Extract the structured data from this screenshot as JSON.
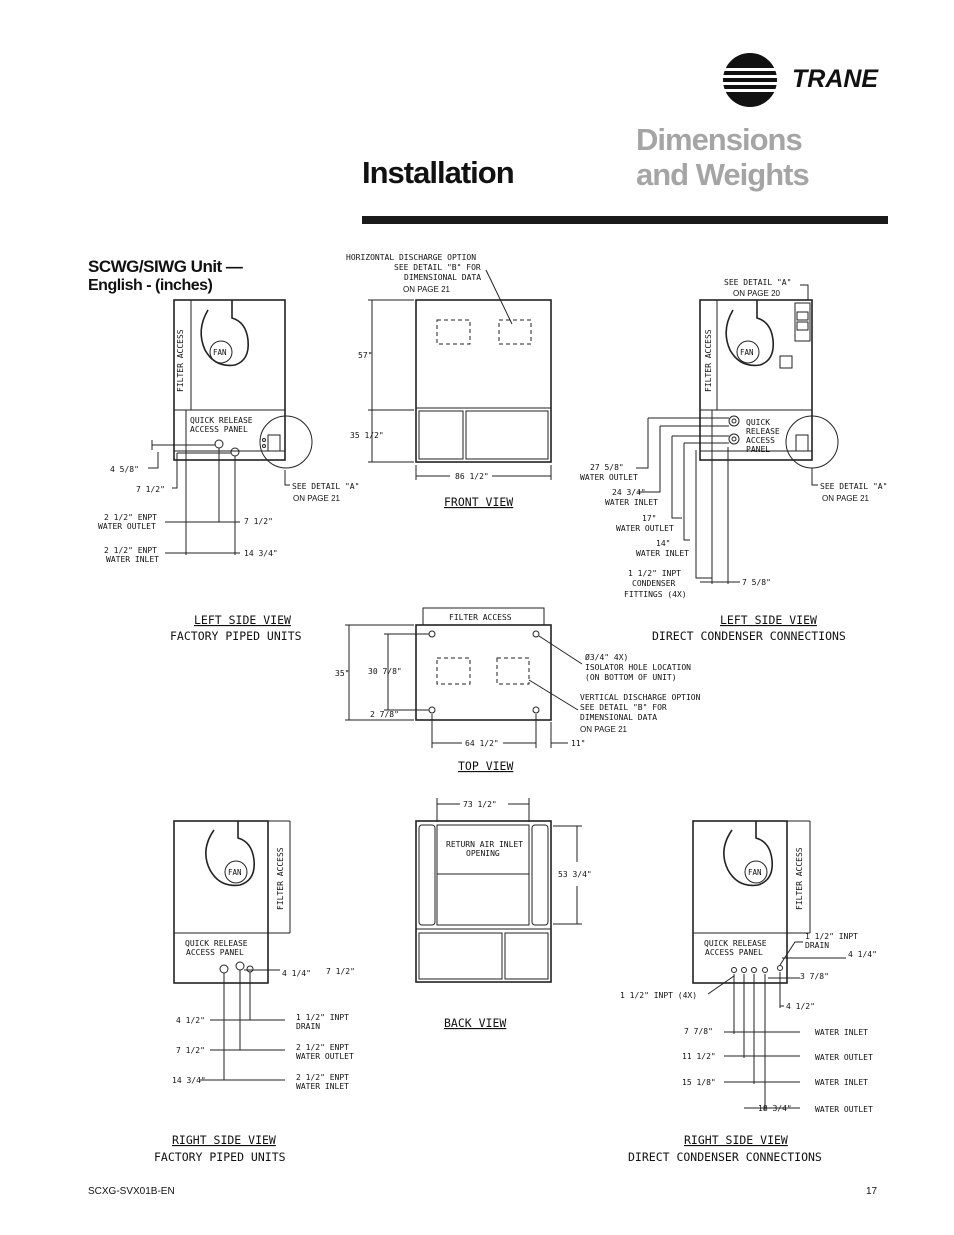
{
  "header": {
    "section": "Installation",
    "title_line1": "Dimensions",
    "title_line2": "and Weights",
    "brand": "TRANE"
  },
  "section": {
    "title": "SCWG/SIWG Unit —",
    "subtitle": "English - (inches)"
  },
  "drawings": {
    "left_side": {
      "filter_access": "FILTER ACCESS",
      "fan": "FAN",
      "panel1": "QUICK RELEASE",
      "panel2": "ACCESS PANEL",
      "d1": "4 5/8\"",
      "d2": "7 1/2\"",
      "see_detail": "SEE DETAIL \"A\"",
      "on_page": "ON PAGE 21",
      "outlet1": "2 1/2\" ENPT",
      "outlet2": "WATER OUTLET",
      "d3": "7 1/2\"",
      "inlet1": "2 1/2\" ENPT",
      "inlet2": "WATER INLET",
      "d4": "14 3/4\"",
      "cap1": "LEFT SIDE VIEW",
      "cap2": "FACTORY PIPED UNITS"
    },
    "front": {
      "hd1": "HORIZONTAL DISCHARGE OPTION",
      "hd2": "SEE DETAIL \"B\" FOR",
      "hd3": "DIMENSIONAL DATA",
      "on_page": "ON PAGE 21",
      "h1": "57\"",
      "h2": "35 1/2\"",
      "w": "86 1/2\"",
      "cap": "FRONT VIEW"
    },
    "left_direct": {
      "see_detail": "SEE DETAIL \"A\"",
      "on_page_top": "ON PAGE 20",
      "filter_access": "FILTER ACCESS",
      "fan": "FAN",
      "p1": "QUICK",
      "p2": "RELEASE",
      "p3": "ACCESS",
      "p4": "PANEL",
      "see_detail2": "SEE DETAIL \"A\"",
      "on_page2": "ON PAGE 21",
      "d1a": "27 5/8\"",
      "d1b": "WATER OUTLET",
      "d2a": "24 3/4\"",
      "d2b": "WATER INLET",
      "d3a": "17\"",
      "d3b": "WATER OUTLET",
      "d4a": "14\"",
      "d4b": "WATER INLET",
      "f1": "1 1/2\" INPT",
      "f2": "CONDENSER",
      "f3": "FITTINGS (4X)",
      "d5": "7 5/8\"",
      "cap1": "LEFT SIDE VIEW",
      "cap2": "DIRECT CONDENSER CONNECTIONS"
    },
    "top": {
      "filter_access": "FILTER ACCESS",
      "h1": "35\"",
      "h2": "30 7/8\"",
      "h3": "2 7/8\"",
      "iso1": "Ø3/4\" 4X)",
      "iso2": "ISOLATOR HOLE LOCATION",
      "iso3": "(ON BOTTOM OF UNIT)",
      "vd1": "VERTICAL DISCHARGE OPTION",
      "vd2": "SEE DETAIL \"B\" FOR",
      "vd3": "DIMENSIONAL DATA",
      "on_page": "ON PAGE 21",
      "w": "64 1/2\"",
      "w2": "11\"",
      "cap": "TOP VIEW"
    },
    "right_side": {
      "filter_access": "FILTER ACCESS",
      "fan": "FAN",
      "panel1": "QUICK RELEASE",
      "panel2": "ACCESS PANEL",
      "d1": "4 1/4\"",
      "d2": "7 1/2\"",
      "d3": "4 1/2\"",
      "drain1": "1 1/2\" INPT",
      "drain2": "DRAIN",
      "d4": "7 1/2\"",
      "outlet1": "2 1/2\" ENPT",
      "outlet2": "WATER OUTLET",
      "d5": "14 3/4\"",
      "inlet1": "2 1/2\" ENPT",
      "inlet2": "WATER INLET",
      "cap1": "RIGHT SIDE VIEW",
      "cap2": "FACTORY PIPED UNITS"
    },
    "back": {
      "w": "73 1/2\"",
      "ret1": "RETURN AIR INLET",
      "ret2": "OPENING",
      "h": "53 3/4\"",
      "cap": "BACK VIEW"
    },
    "right_direct": {
      "filter_access": "FILTER ACCESS",
      "fan": "FAN",
      "panel1": "QUICK RELEASE",
      "panel2": "ACCESS PANEL",
      "drain1": "1 1/2\" INPT",
      "drain2": "DRAIN",
      "d1": "4 1/4\"",
      "d2": "3 7/8\"",
      "inpt": "1 1/2\" INPT (4X)",
      "d3": "4 1/2\"",
      "r1a": "7 7/8\"",
      "r1b": "WATER INLET",
      "r2a": "11 1/2\"",
      "r2b": "WATER OUTLET",
      "r3a": "15 1/8\"",
      "r3b": "WATER INLET",
      "r4a": "18 3/4\"",
      "r4b": "WATER OUTLET",
      "cap1": "RIGHT SIDE VIEW",
      "cap2": "DIRECT CONDENSER CONNECTIONS"
    }
  },
  "footer": {
    "doc": "SCXG-SVX01B-EN",
    "page": "17"
  }
}
